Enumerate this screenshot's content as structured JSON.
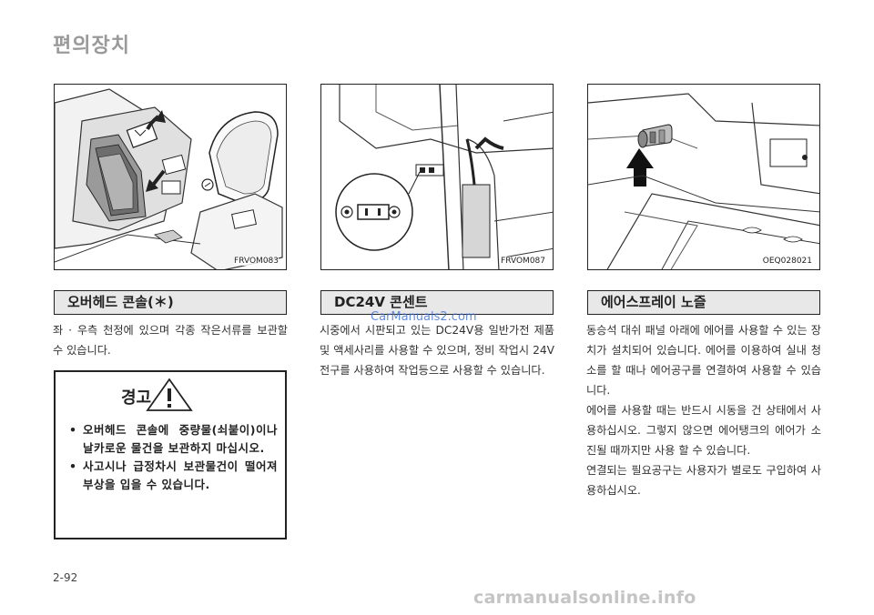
{
  "section_title": "편의장치",
  "figures": [
    {
      "code": "FRVOM083"
    },
    {
      "code": "FRVOM087"
    },
    {
      "code": "OEQ028021"
    }
  ],
  "columns": [
    {
      "heading": "오버헤드 콘솔(＊)",
      "paragraphs": [
        "좌 · 우측 천정에 있으며 각종 작은서류를 보관할 수 있습니다."
      ]
    },
    {
      "heading": "DC24V 콘센트",
      "paragraphs": [
        "시중에서 시판되고 있는 DC24V용 일반가전 제품 및 액세사리를 사용할 수 있으며, 정비 작업시 24V 전구를 사용하여 작업등으로 사용할 수 있습니다."
      ]
    },
    {
      "heading": "에어스프레이 노즐",
      "paragraphs": [
        "동승석 대쉬 패널 아래에 에어를 사용할 수 있는 장치가 설치되어 있습니다. 에어를 이용하여 실내 청소를 할 때나 에어공구를 연결하여 사용할 수 있습니다.",
        "에어를 사용할 때는 반드시 시동을 건 상태에서 사용하십시오. 그렇지 않으면 에어탱크의 에어가 소진될 때까지만 사용 할 수 있습니다.",
        "연결되는 필요공구는 사용자가 별로도 구입하여 사용하십시오."
      ]
    }
  ],
  "warning": {
    "title": "경고",
    "items": [
      "오버헤드 콘솔에 중량물(쇠붙이)이나 날카로운 물건을 보관하지 마십시오.",
      "사고시나 급정차시 보관물건이 떨어져 부상을 입을 수 있습니다."
    ]
  },
  "page_number": "2-92",
  "watermarks": {
    "overlay": "CarManuals2.com",
    "footer": "carmanualsonline.info"
  }
}
